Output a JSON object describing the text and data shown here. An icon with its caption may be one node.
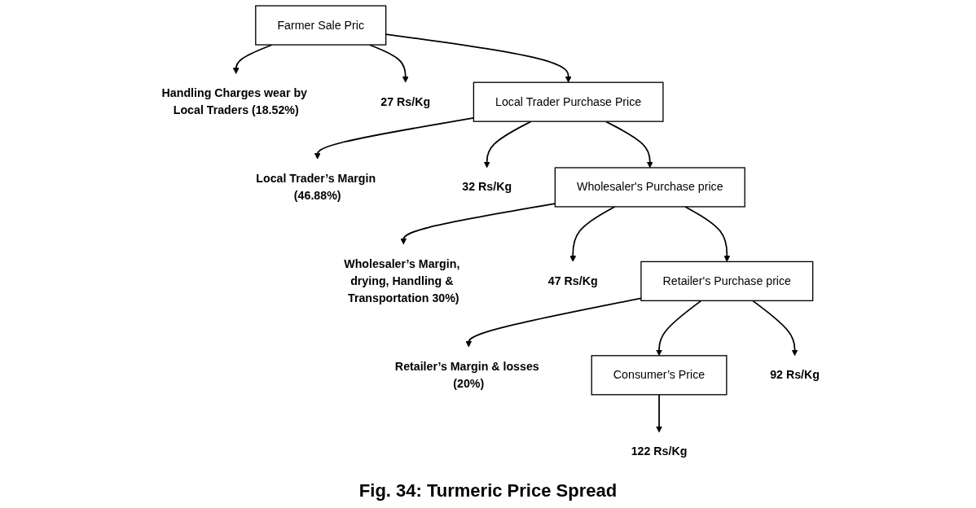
{
  "diagram": {
    "caption": "Fig. 34: Turmeric Price Spread",
    "nodes": [
      {
        "text": [
          "Farmer Sale Pric"
        ]
      },
      {
        "text": [
          "Handling Charges wear by Local Traders (18.52%)"
        ]
      },
      {
        "text": [
          "27 Rs/Kg"
        ]
      },
      {
        "text": [
          "Local Trader Purchase Price"
        ]
      },
      {
        "text": [
          "Local Trader’s Margin (46.88%)"
        ]
      },
      {
        "text": [
          "32 Rs/Kg"
        ]
      },
      {
        "text": [
          "Wholesaler's Purchase price"
        ]
      },
      {
        "text": [
          "Wholesaler’s Margin, drying, Handling & Transportation 30%)"
        ]
      },
      {
        "text": [
          "47 Rs/Kg"
        ]
      },
      {
        "text": [
          "Retailer's Purchase price"
        ]
      },
      {
        "text": [
          "Retailer’s Margin & losses (20%)"
        ]
      },
      {
        "text": [
          "Consumer’s Price"
        ]
      },
      {
        "text": [
          "92 Rs/Kg"
        ]
      },
      {
        "text": [
          "122 Rs/Kg"
        ]
      }
    ],
    "edges": [
      {
        "from": 0,
        "to": 2,
        "arrow": "to"
      },
      {
        "from": 0,
        "to": 3,
        "arrow": "to"
      },
      {
        "from": 0,
        "to": 1,
        "arrow": "to"
      },
      {
        "from": 3,
        "to": 5,
        "arrow": "to"
      },
      {
        "from": 3,
        "to": 6,
        "arrow": "to"
      },
      {
        "from": 3,
        "to": 4,
        "arrow": "to"
      },
      {
        "from": 6,
        "to": 8,
        "arrow": "to"
      },
      {
        "from": 6,
        "to": 9,
        "arrow": "to"
      },
      {
        "from": 6,
        "to": 7,
        "arrow": "to"
      },
      {
        "from": 9,
        "to": 12,
        "arrow": "to"
      },
      {
        "from": 9,
        "to": 11,
        "arrow": "to"
      },
      {
        "from": 9,
        "to": 10,
        "arrow": "to"
      },
      {
        "from": 11,
        "to": 13,
        "arrow": "to"
      }
    ]
  }
}
